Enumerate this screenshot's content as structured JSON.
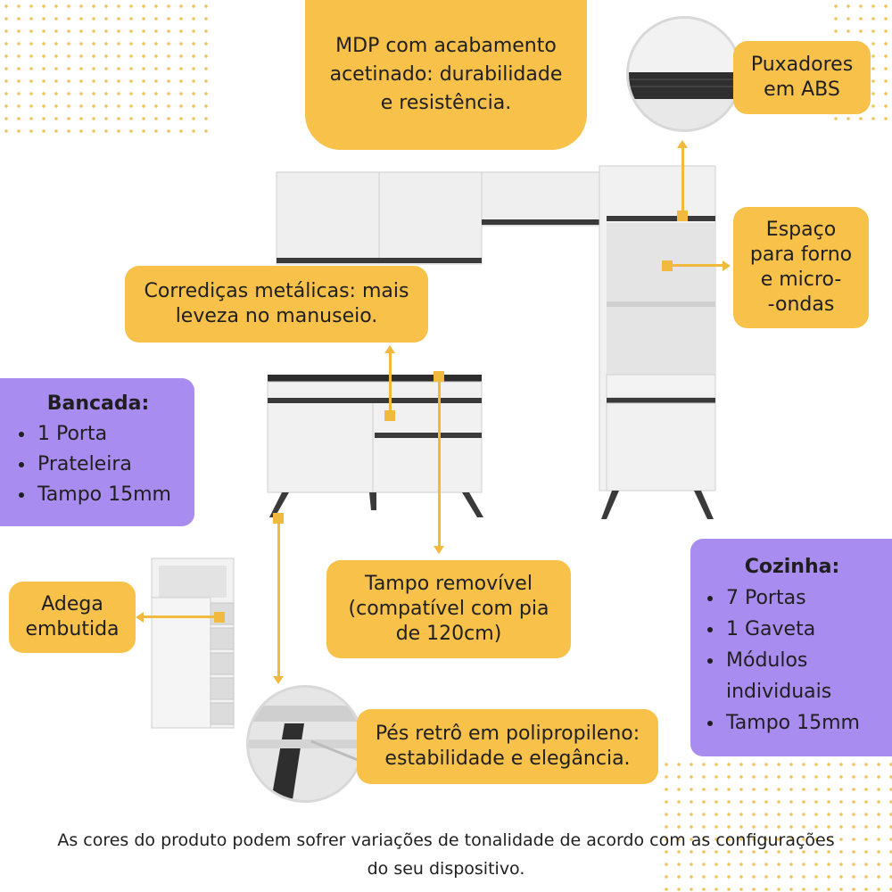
{
  "callouts": {
    "mdp": "MDP com acabamento\nacetinado: durabilidade\ne resistência.",
    "puxadores": "Puxadores\nem ABS",
    "espaco": "Espaço\npara forno\ne micro-\n-ondas",
    "corredicas": "Corrediças metálicas: mais\nleveza no manuseio.",
    "tampo": "Tampo removível\n(compatível com pia\nde 120cm)",
    "adega": "Adega\nembutida",
    "pes": "Pés retrô em polipropileno:\nestabilidade e elegância."
  },
  "bancada": {
    "title": "Bancada:",
    "items": [
      "1 Porta",
      "Prateleira",
      "Tampo 15mm"
    ]
  },
  "cozinha": {
    "title": "Cozinha:",
    "items": [
      "7 Portas",
      "1 Gaveta",
      "Módulos individuais",
      "Tampo 15mm"
    ]
  },
  "footer": "As cores do produto podem sofrer variações de tonalidade de acordo com as configurações do seu dispositivo.",
  "colors": {
    "callout": "#f7c14a",
    "panel": "#a98cf0",
    "cabinet": "#ededed",
    "handle": "#3a3a3a"
  }
}
